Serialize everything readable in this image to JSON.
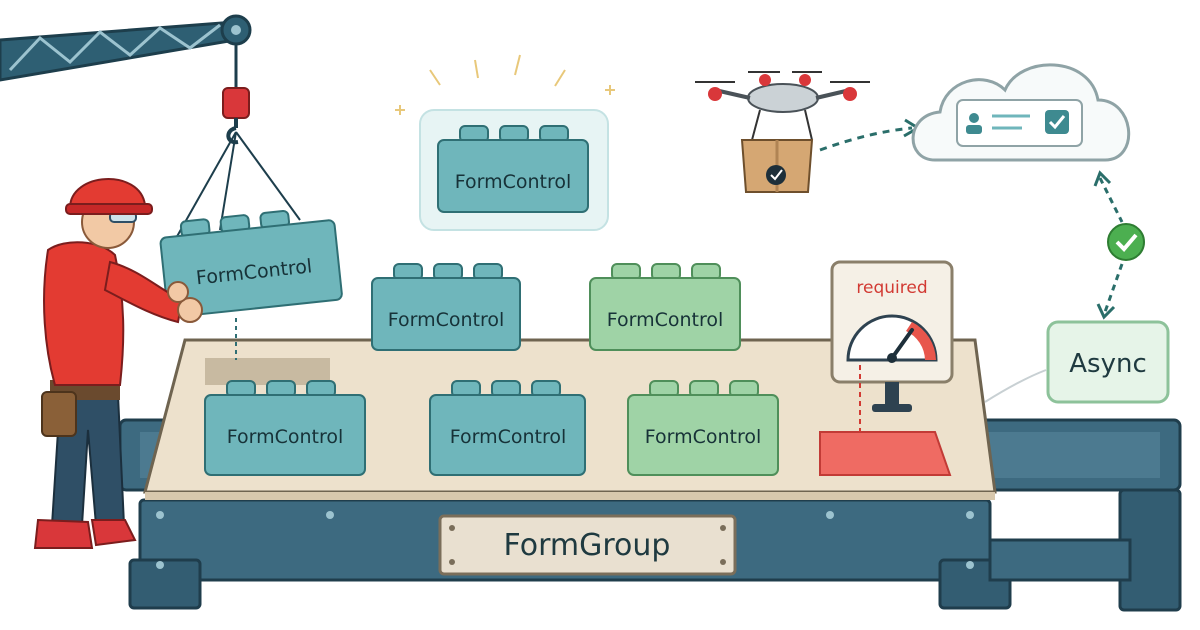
{
  "labels": {
    "form_group": "FormGroup",
    "required": "required",
    "async": "Async"
  },
  "blocks": [
    {
      "id": "hover",
      "label": "FormControl",
      "tone": "teal"
    },
    {
      "id": "crane",
      "label": "FormControl",
      "tone": "teal"
    },
    {
      "id": "back-left",
      "label": "FormControl",
      "tone": "teal"
    },
    {
      "id": "back-right",
      "label": "FormControl",
      "tone": "green"
    },
    {
      "id": "front-left",
      "label": "FormControl",
      "tone": "teal"
    },
    {
      "id": "front-middle",
      "label": "FormControl",
      "tone": "teal"
    },
    {
      "id": "front-right",
      "label": "FormControl",
      "tone": "green"
    }
  ],
  "colors": {
    "teal": "#6fb6bb",
    "teal_dark": "#3f8d93",
    "green": "#9fd3a6",
    "green_dark": "#6bab76",
    "frame": "#3d6a80",
    "board": "#ede1cc",
    "red": "#e8564c",
    "worker_shirt": "#e33b32",
    "check": "#4caf50"
  },
  "icons": [
    "crane-hook-icon",
    "drone-icon",
    "cloud-form-icon",
    "checkmark-icon",
    "gauge-icon"
  ]
}
